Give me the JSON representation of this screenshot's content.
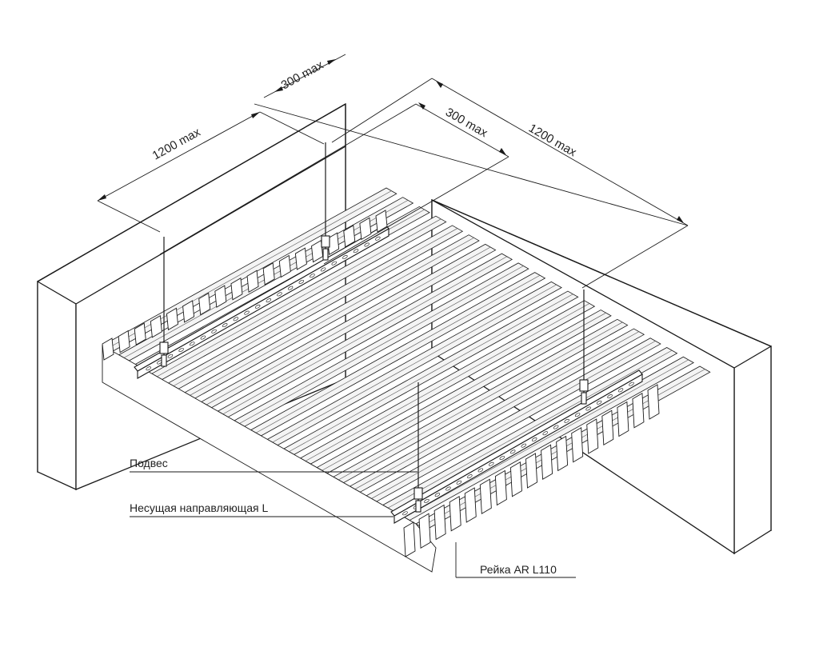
{
  "dimensions": {
    "d300_top": "300 max",
    "d1200_left": "1200 max",
    "d300_right": "300 max",
    "d1200_right": "1200 max"
  },
  "labels": {
    "hanger": "Подвес",
    "carrier": "Несущая направляющая L",
    "slat": "Рейка AR L110"
  }
}
